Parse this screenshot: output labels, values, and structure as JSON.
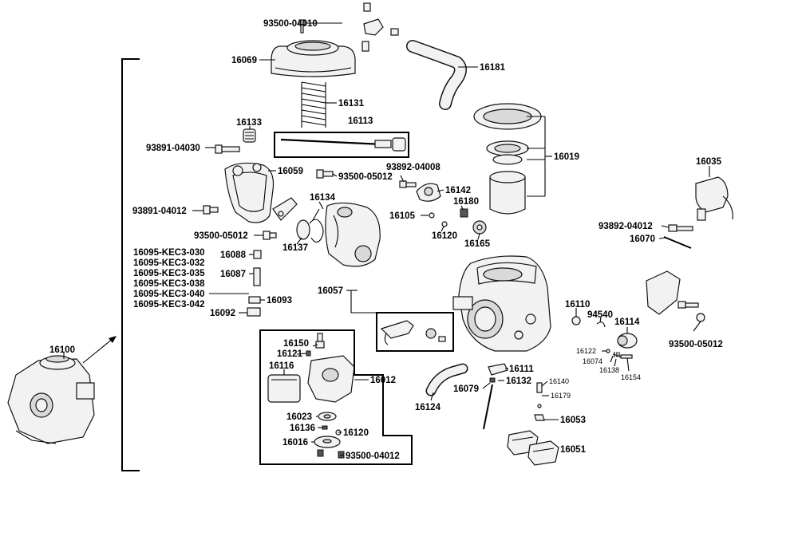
{
  "labels": {
    "p93500_04010_top": "93500-04010",
    "p16069": "16069",
    "p16131": "16131",
    "p16133": "16133",
    "p16113": "16113",
    "p93891_04030": "93891-04030",
    "p16059": "16059",
    "p93500_05012_mid": "93500-05012",
    "p93892_04008": "93892-04008",
    "p16142": "16142",
    "p16181": "16181",
    "p16019": "16019",
    "p16035": "16035",
    "p93891_04012": "93891-04012",
    "p16134": "16134",
    "p16180": "16180",
    "p16105": "16105",
    "p16120_a": "16120",
    "p16165": "16165",
    "p93500_05012_left": "93500-05012",
    "p16137": "16137",
    "p93892_04012": "93892-04012",
    "p16070": "16070",
    "p16095_030": "16095-KEC3-030",
    "p16095_032": "16095-KEC3-032",
    "p16095_035": "16095-KEC3-035",
    "p16095_038": "16095-KEC3-038",
    "p16095_040": "16095-KEC3-040",
    "p16095_042": "16095-KEC3-042",
    "p16088": "16088",
    "p16087": "16087",
    "p16093": "16093",
    "p16092": "16092",
    "p16057": "16057",
    "p16100": "16100",
    "p16110": "16110",
    "p94540": "94540",
    "p16114": "16114",
    "p93500_05012_right": "93500-05012",
    "p16150": "16150",
    "p16121": "16121",
    "p16116": "16116",
    "p16012": "16012",
    "p16122": "16122",
    "p16074": "16074",
    "p16138": "16138",
    "p16154": "16154",
    "p16111": "16111",
    "p16132": "16132",
    "p16140": "16140",
    "p16079": "16079",
    "p16179": "16179",
    "p16124": "16124",
    "p16023": "16023",
    "p16136": "16136",
    "p16120_b": "16120",
    "p16053": "16053",
    "p16016": "16016",
    "p93500_04012": "93500-04012",
    "p16051": "16051"
  }
}
